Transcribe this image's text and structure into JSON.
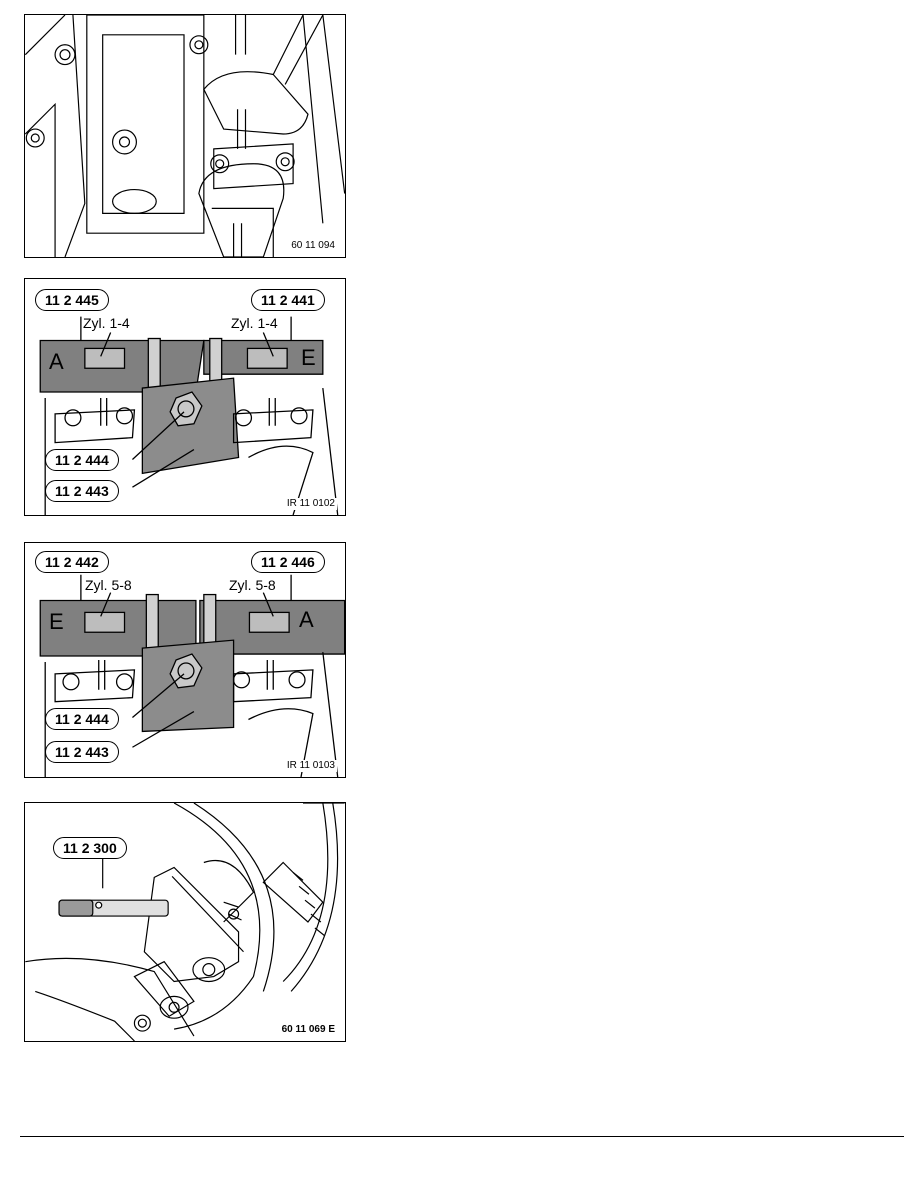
{
  "figures": [
    {
      "code": "60 11 094"
    },
    {
      "code": "IR 11 0102",
      "callouts": [
        "11 2 445",
        "11 2 441",
        "11 2 444",
        "11 2 443"
      ],
      "labels": [
        "Zyl. 1-4",
        "Zyl. 1-4"
      ],
      "letters": [
        "A",
        "E"
      ]
    },
    {
      "code": "IR 11 0103",
      "callouts": [
        "11 2 442",
        "11 2 446",
        "11 2 444",
        "11 2 443"
      ],
      "labels": [
        "Zyl. 5-8",
        "Zyl. 5-8"
      ],
      "letters": [
        "E",
        "A"
      ]
    },
    {
      "code": "60 11 069 E",
      "callouts": [
        "11 2 300"
      ]
    }
  ]
}
